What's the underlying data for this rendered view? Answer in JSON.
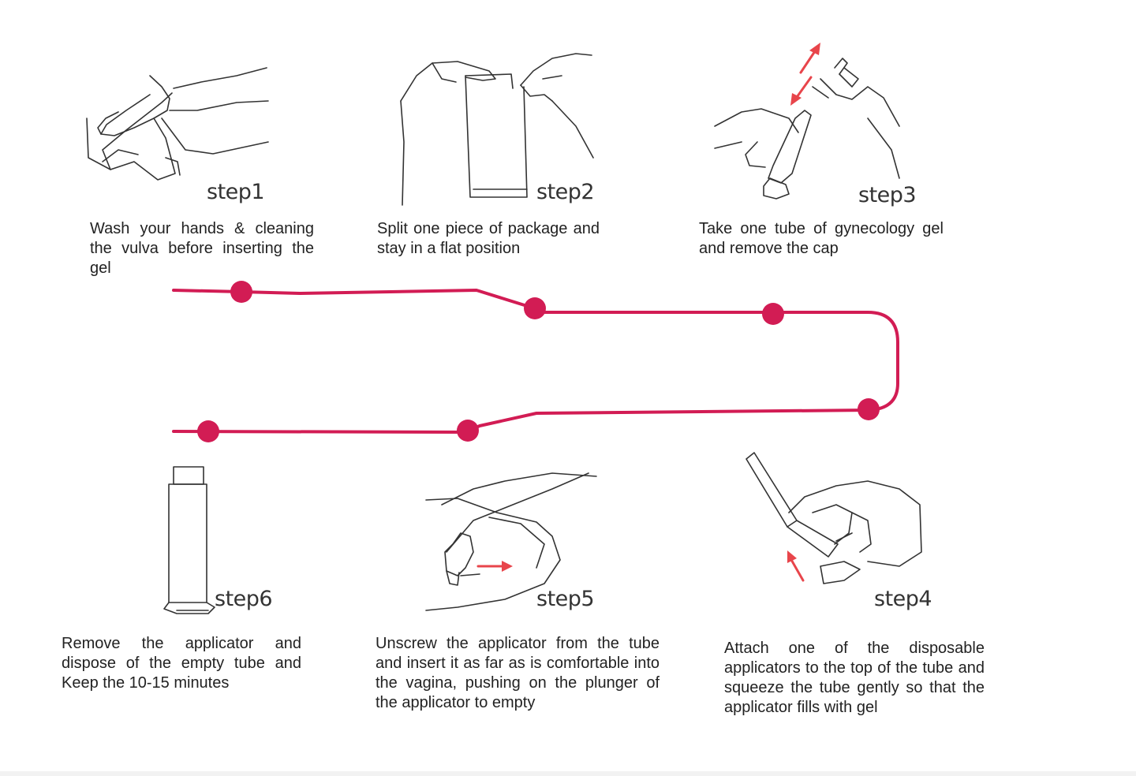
{
  "colors": {
    "path": "#d21c54",
    "arrow": "#e8454b",
    "line_art": "#333333",
    "text": "#222222"
  },
  "steps": [
    {
      "label": "step1",
      "text": "Wash your hands & cleaning the vulva before inserting the gel"
    },
    {
      "label": "step2",
      "text": "Split one piece of package and stay in a flat position"
    },
    {
      "label": "step3",
      "text": "Take one tube of gynecology gel and remove the cap"
    },
    {
      "label": "step4",
      "text": "Attach one of the disposable applicators to the top of the tube and squeeze the tube gently so that the applicator fills with gel"
    },
    {
      "label": "step5",
      "text": "Unscrew the applicator from the tube and insert it as far as is comfortable into the vagina, pushing on the plunger of the applicator to empty"
    },
    {
      "label": "step6",
      "text": "Remove the applicator and dispose of the empty tube and Keep the 10-15 minutes"
    }
  ],
  "icons": [
    "hand-washing-icon",
    "package-icon",
    "tube-cap-icon",
    "applicator-attach-icon",
    "insert-applicator-icon",
    "empty-tube-icon"
  ]
}
